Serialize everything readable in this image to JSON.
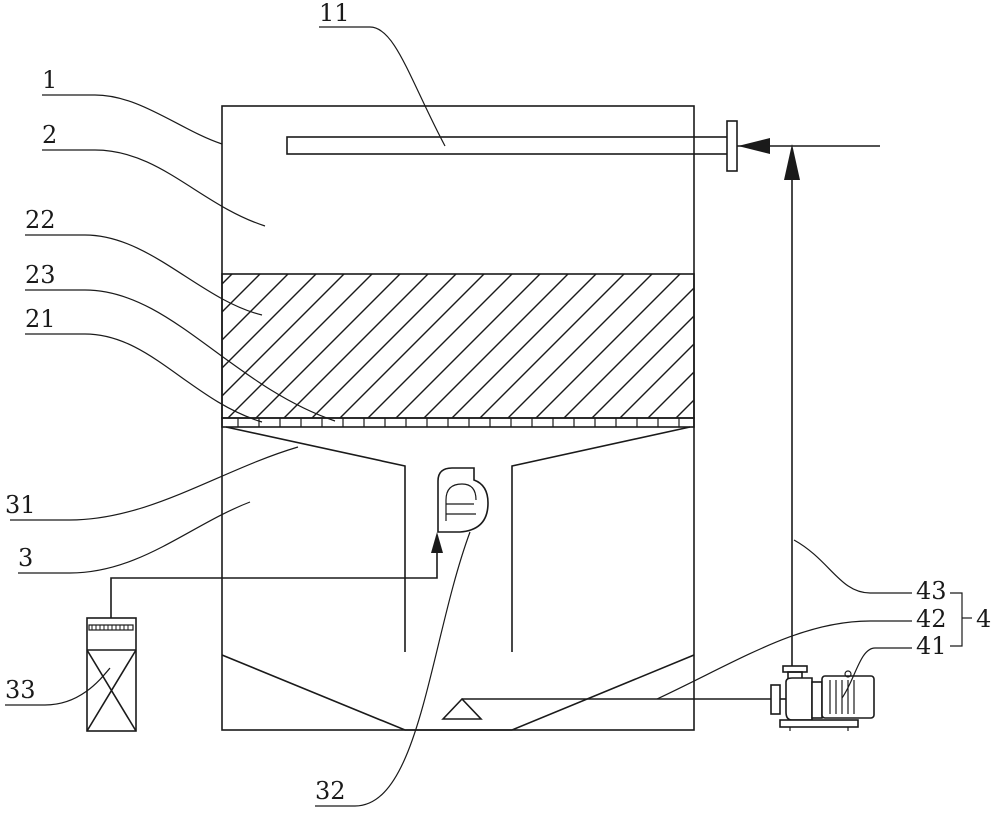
{
  "labels": {
    "l1": "1",
    "l2": "2",
    "l11": "11",
    "l21": "21",
    "l22": "22",
    "l23": "23",
    "l3": "3",
    "l31": "31",
    "l32": "32",
    "l33": "33",
    "l4": "4",
    "l41": "41",
    "l42": "42",
    "l43": "43"
  }
}
